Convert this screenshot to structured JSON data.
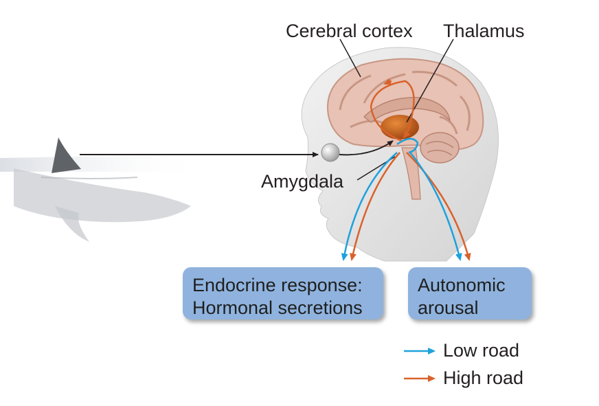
{
  "labels": {
    "cerebral_cortex": "Cerebral cortex",
    "thalamus": "Thalamus",
    "amygdala": "Amygdala"
  },
  "boxes": {
    "endocrine": {
      "line1": "Endocrine response:",
      "line2": "Hormonal secretions"
    },
    "autonomic": {
      "line1": "Autonomic",
      "line2": "arousal"
    }
  },
  "legend": {
    "low_road": {
      "label": "Low road",
      "color": "#1ea1dc"
    },
    "high_road": {
      "label": "High road",
      "color": "#d9622b"
    }
  },
  "colors": {
    "box_fill": "#8fb3de",
    "thalamus": "#c8631a",
    "head": "#e8e8e8"
  },
  "icons": {
    "shark": "shark-illustration",
    "head": "head-silhouette",
    "brain": "brain-cross-section",
    "eye": "eye-sphere"
  }
}
